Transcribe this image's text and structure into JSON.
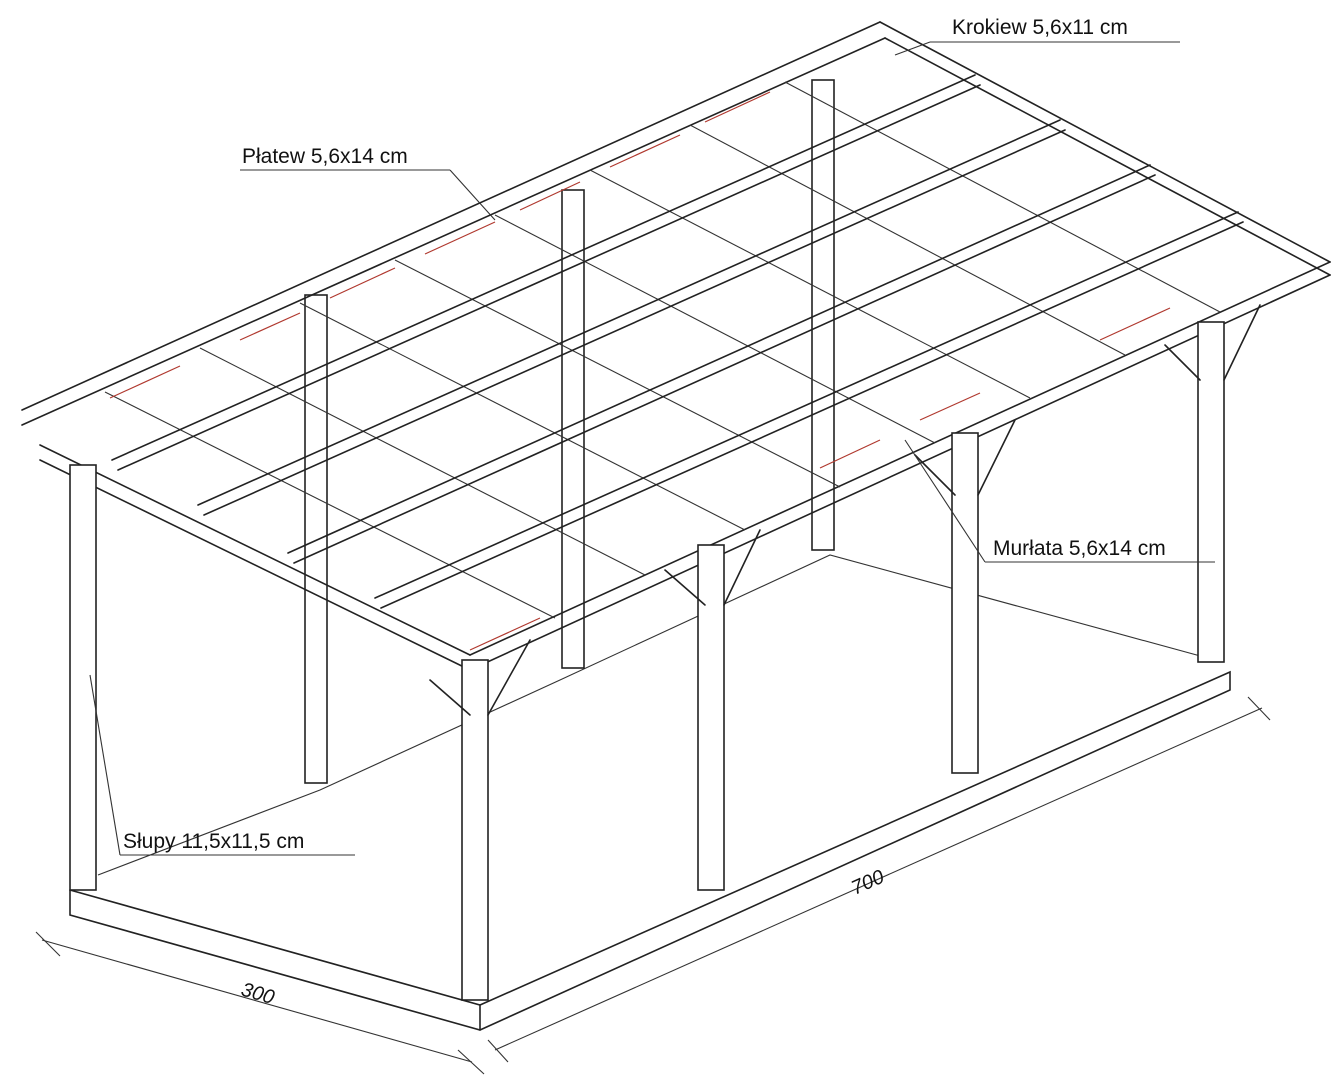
{
  "labels": {
    "krokiew": "Krokiew 5,6x11 cm",
    "platew": "Płatew 5,6x14 cm",
    "murlata": "Murłata 5,6x14 cm",
    "slupy": "Słupy 11,5x11,5 cm"
  },
  "dimensions": {
    "width": "300",
    "length": "700"
  },
  "colors": {
    "line": "#222222",
    "accent_red": "#b0392f",
    "background": "#ffffff"
  }
}
